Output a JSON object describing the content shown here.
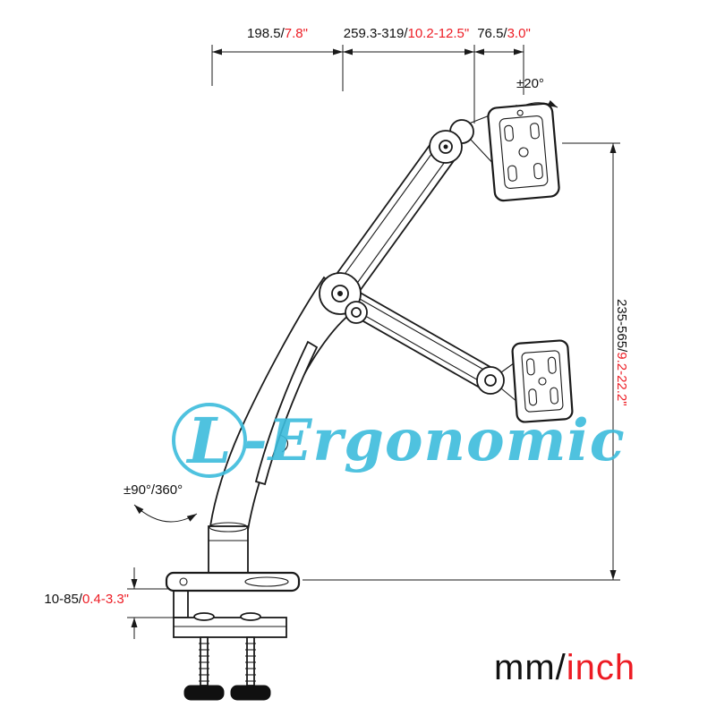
{
  "labels": {
    "sep": "/",
    "top_dim_1": {
      "mm": "198.5",
      "inch": "7.8\""
    },
    "top_dim_2": {
      "mm": "259.3-319",
      "inch": "10.2-12.5\""
    },
    "top_dim_3": {
      "mm": "76.5",
      "inch": "3.0\""
    },
    "height_dim": {
      "mm": "235-565",
      "inch": "9.2-22.2\""
    },
    "clamp_dim": {
      "mm": "10-85",
      "inch": "0.4-3.3\""
    },
    "tilt_angle": "±20°",
    "swivel_angle": "±90°/360°",
    "units": {
      "mm": "mm",
      "inch": "inch"
    }
  },
  "watermark": {
    "initial": "L",
    "text": "-Ergonomic"
  },
  "colors": {
    "mm_text": "#111111",
    "inch_text": "#ed1c24",
    "watermark": "#3cbcdc",
    "line": "#1a1a1a"
  }
}
